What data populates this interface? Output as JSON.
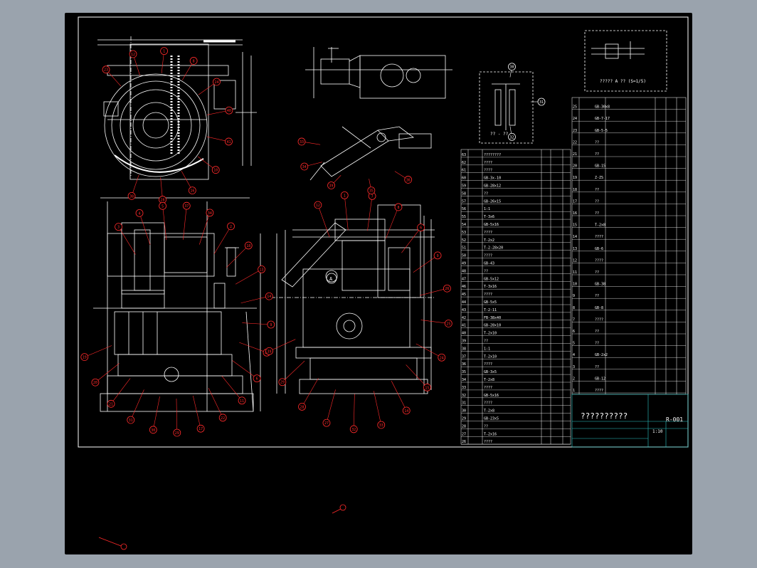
{
  "drawing": {
    "title_block_name": "??????????",
    "drawing_number": "R-001",
    "scale_text": "1:10",
    "section_label": "?? - ??",
    "view_label": "????? A ?? (S=1/5)",
    "detail_marker": "A"
  },
  "colors": {
    "background": "#000000",
    "frame": "#ffffff",
    "callout": "#ff2a2a",
    "title_grid": "#2cc6c6",
    "app_chrome": "#9aa3ad"
  },
  "parts_table_left": {
    "rows": [
      {
        "no": "63",
        "text": "????????"
      },
      {
        "no": "62",
        "text": "????"
      },
      {
        "no": "61",
        "text": "????"
      },
      {
        "no": "60",
        "text": "GB-3x-10"
      },
      {
        "no": "59",
        "text": "GB-28x12"
      },
      {
        "no": "58",
        "text": "??"
      },
      {
        "no": "57",
        "text": "GB-26x15"
      },
      {
        "no": "56",
        "text": "1:1"
      },
      {
        "no": "55",
        "text": "T-3x6"
      },
      {
        "no": "54",
        "text": "GB-5x16"
      },
      {
        "no": "53",
        "text": "????"
      },
      {
        "no": "52",
        "text": "T-2x2"
      },
      {
        "no": "51",
        "text": "T-2-28x20"
      },
      {
        "no": "50",
        "text": "????"
      },
      {
        "no": "49",
        "text": "GB-43"
      },
      {
        "no": "48",
        "text": "??"
      },
      {
        "no": "47",
        "text": "GB-5x12"
      },
      {
        "no": "46",
        "text": "T-3x16"
      },
      {
        "no": "45",
        "text": "????"
      },
      {
        "no": "44",
        "text": "GB-5x5"
      },
      {
        "no": "43",
        "text": "T-2-11"
      },
      {
        "no": "42",
        "text": "FB-38x40"
      },
      {
        "no": "41",
        "text": "GB-28x10"
      },
      {
        "no": "40",
        "text": "T-2x10"
      },
      {
        "no": "39",
        "text": "??"
      },
      {
        "no": "38",
        "text": "1:1"
      },
      {
        "no": "37",
        "text": "T-2x10"
      },
      {
        "no": "36",
        "text": "????"
      },
      {
        "no": "35",
        "text": "GB-3x5"
      },
      {
        "no": "34",
        "text": "T-2x8"
      },
      {
        "no": "33",
        "text": "????"
      },
      {
        "no": "32",
        "text": "GB-5x16"
      },
      {
        "no": "31",
        "text": "????"
      },
      {
        "no": "30",
        "text": "T-2x8"
      },
      {
        "no": "29",
        "text": "GB-23x5"
      },
      {
        "no": "28",
        "text": "??"
      },
      {
        "no": "27",
        "text": "T-2x16"
      },
      {
        "no": "26",
        "text": "????"
      }
    ]
  },
  "parts_table_right": {
    "rows": [
      {
        "no": "25",
        "text": "GB-30x8"
      },
      {
        "no": "24",
        "text": "GB-7-17"
      },
      {
        "no": "23",
        "text": "GB-5-5"
      },
      {
        "no": "22",
        "text": "??"
      },
      {
        "no": "21",
        "text": "??"
      },
      {
        "no": "20",
        "text": "GB-15"
      },
      {
        "no": "19",
        "text": "Z-ZS"
      },
      {
        "no": "18",
        "text": "??"
      },
      {
        "no": "17",
        "text": "??"
      },
      {
        "no": "16",
        "text": "??"
      },
      {
        "no": "15",
        "text": "T-2x8"
      },
      {
        "no": "14",
        "text": "????"
      },
      {
        "no": "13",
        "text": "GB-6"
      },
      {
        "no": "12",
        "text": "????"
      },
      {
        "no": "11",
        "text": "??"
      },
      {
        "no": "10",
        "text": "GB-38"
      },
      {
        "no": "9",
        "text": "??"
      },
      {
        "no": "8",
        "text": "GB-8"
      },
      {
        "no": "7",
        "text": "????"
      },
      {
        "no": "6",
        "text": "??"
      },
      {
        "no": "5",
        "text": "??"
      },
      {
        "no": "4",
        "text": "GB-2x2"
      },
      {
        "no": "3",
        "text": "??"
      },
      {
        "no": "2",
        "text": "GB-12"
      },
      {
        "no": "1",
        "text": "????"
      }
    ]
  },
  "callouts": {
    "top_view": [
      "23",
      "12",
      "1",
      "8",
      "24",
      "40",
      "41",
      "10",
      "16",
      "28",
      "38"
    ],
    "front_view": [
      "3",
      "4",
      "5",
      "37",
      "34",
      "2",
      "18",
      "13",
      "14",
      "9",
      "42",
      "6",
      "11",
      "22",
      "17",
      "29",
      "30",
      "31",
      "21",
      "20",
      "19"
    ],
    "side_view": [
      "12",
      "1",
      "7",
      "8",
      "6",
      "9",
      "26",
      "25",
      "24",
      "15",
      "14",
      "33",
      "32",
      "27",
      "28",
      "29",
      "39"
    ],
    "arm_view": [
      "36",
      "35",
      "39",
      "34",
      "33"
    ],
    "section_view": [
      "30",
      "31",
      "32"
    ]
  }
}
